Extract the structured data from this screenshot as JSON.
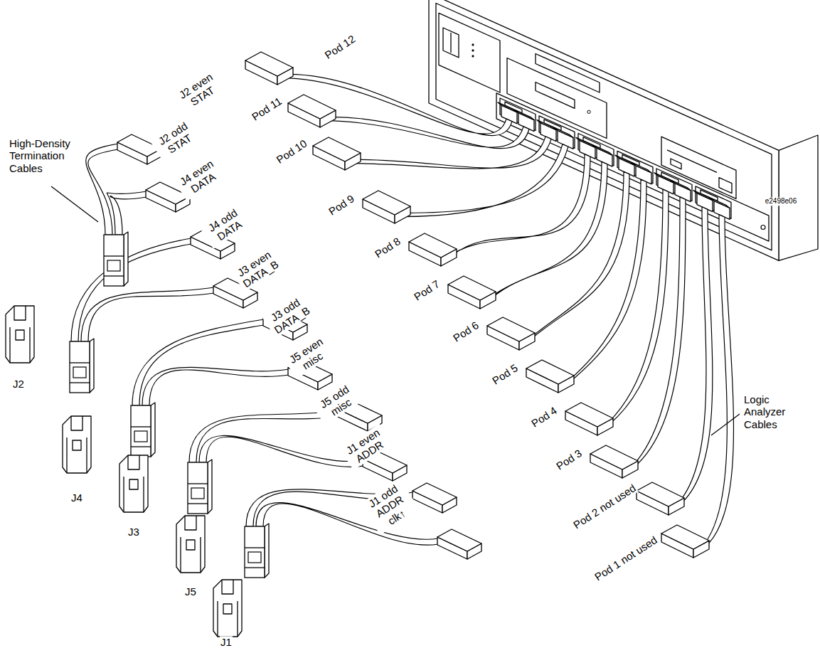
{
  "diagram": {
    "labels": [
      "High-Density Termination Cables",
      "J2 even STAT",
      "J2 odd STAT",
      "J4 even DATA",
      "J4 odd DATA",
      "J3 even DATA_B",
      "J3 odd DATA_B",
      "J5 even misc",
      "J5 odd misc",
      "J1 even ADDR",
      "J1 odd ADDR clk↑",
      "Pod 12",
      "Pod 11",
      "Pod 10",
      "Pod 9",
      "Pod 8",
      "Pod 7",
      "Pod 6",
      "Pod 5",
      "Pod 4",
      "Pod 3",
      "Pod 2 not used",
      "Pod 1 not used",
      "J2",
      "J4",
      "J3",
      "J5",
      "J1",
      "Logic Analyzer Cables",
      "e2498e06"
    ]
  }
}
